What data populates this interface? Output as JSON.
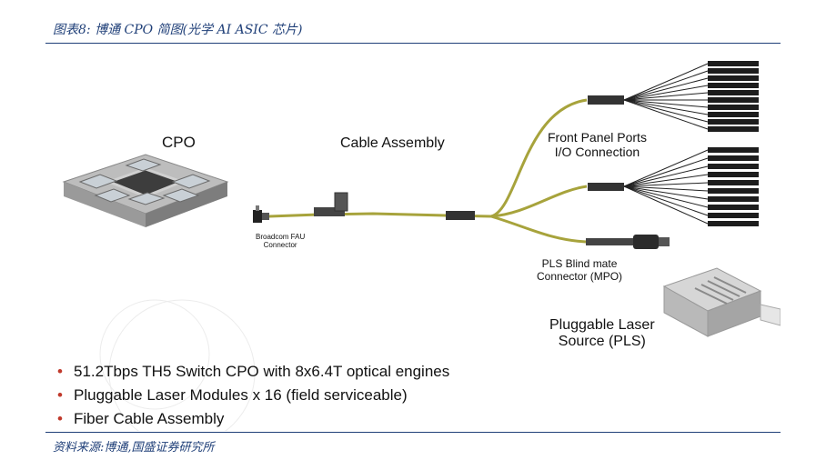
{
  "header": {
    "figure_title": "图表8: 博通 CPO 简图(光学 AI ASIC 芯片)"
  },
  "diagram": {
    "cpo_label": "CPO",
    "cable_assembly_label": "Cable Assembly",
    "front_panel_line1": "Front Panel Ports",
    "front_panel_line2": "I/O Connection",
    "fau_line1": "Broadcom FAU",
    "fau_line2": "Connector",
    "pls_connector_line1": "PLS Blind mate",
    "pls_connector_line2": "Connector (MPO)",
    "pls_line1": "Pluggable Laser",
    "pls_line2": "Source (PLS)"
  },
  "bullets": [
    "51.2Tbps TH5 Switch CPO with 8x6.4T optical engines",
    "Pluggable Laser Modules x 16 (field serviceable)",
    "Fiber Cable Assembly"
  ],
  "footer": {
    "source": "资料来源:博通,国盛证券研究所"
  },
  "colors": {
    "title_blue": "#1f3f78",
    "bullet_red": "#c0392b",
    "fiber_yellow": "#a7a33c",
    "connector_dark": "#2b2b2b"
  },
  "icons": {
    "cpo_module": "cpo-chip-icon",
    "fiber_connector": "lc-connector-icon",
    "laser_module": "pluggable-laser-icon"
  }
}
